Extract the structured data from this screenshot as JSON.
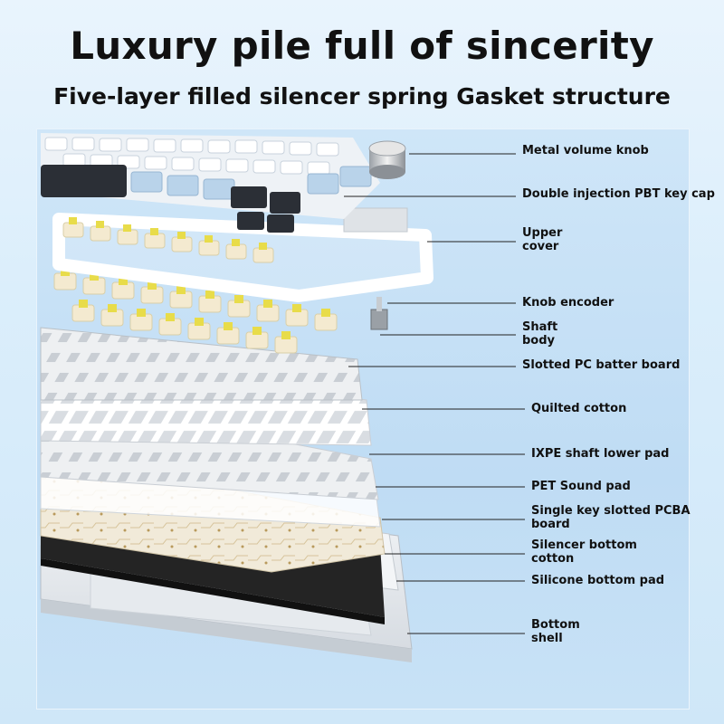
{
  "title": "Luxury pile full of sincerity",
  "subtitle": "Five-layer filled silencer spring Gasket structure",
  "layers": [
    {
      "label": "Metal volume knob"
    },
    {
      "label": "Double injection PBT key cap"
    },
    {
      "label": "Upper\ncover"
    },
    {
      "label": "Knob encoder"
    },
    {
      "label": "Shaft\nbody"
    },
    {
      "label": "Slotted PC batter board"
    },
    {
      "label": "Quilted cotton"
    },
    {
      "label": "IXPE shaft lower pad"
    },
    {
      "label": "PET Sound pad"
    },
    {
      "label": "Single key slotted PCBA\nboard"
    },
    {
      "label": "Silencer bottom\ncotton"
    },
    {
      "label": "Silicone bottom pad"
    },
    {
      "label": "Bottom\nshell"
    }
  ],
  "colors": {
    "switch_yellow": "#e8dc4a",
    "keycap_blue": "#b9d3ea",
    "keycap_dark": "#2b2f36",
    "pcb_cream": "#efe6d6",
    "cotton_black": "#1e1e1e"
  }
}
